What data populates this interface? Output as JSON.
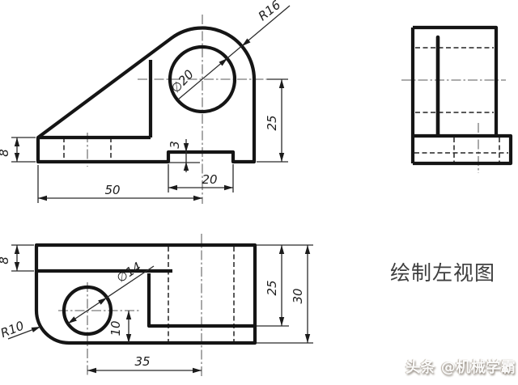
{
  "front_view": {
    "dim_r16": "R16",
    "dim_d20": "∅20",
    "dim_25": "25",
    "dim_8": "8",
    "dim_3": "3",
    "dim_20": "20",
    "dim_50": "50"
  },
  "top_view": {
    "dim_8": "8",
    "dim_d14": "∅14",
    "dim_r10": "R10",
    "dim_10": "10",
    "dim_35": "35",
    "dim_25": "25",
    "dim_30": "30"
  },
  "annotation": {
    "instruction": "绘制左视图"
  },
  "watermark": {
    "text": "头条 @机械学霸"
  }
}
